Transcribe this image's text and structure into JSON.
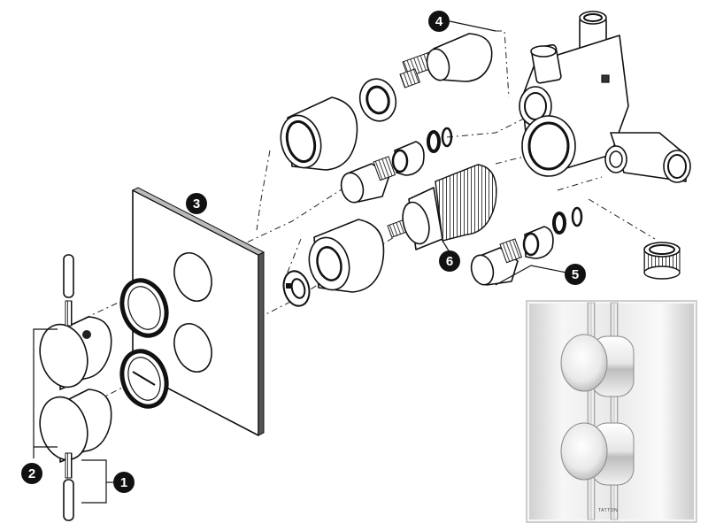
{
  "callouts": [
    {
      "num": "1"
    },
    {
      "num": "2"
    },
    {
      "num": "3"
    },
    {
      "num": "4"
    },
    {
      "num": "5"
    },
    {
      "num": "6"
    }
  ],
  "photo": {
    "brand_text": "TATTON"
  },
  "colors": {
    "ink": "#111111",
    "callout_fill": "#111111",
    "chrome_light": "#f4f4f4",
    "chrome_mid": "#c8c8c8",
    "chrome_dark": "#7a7a7a"
  }
}
